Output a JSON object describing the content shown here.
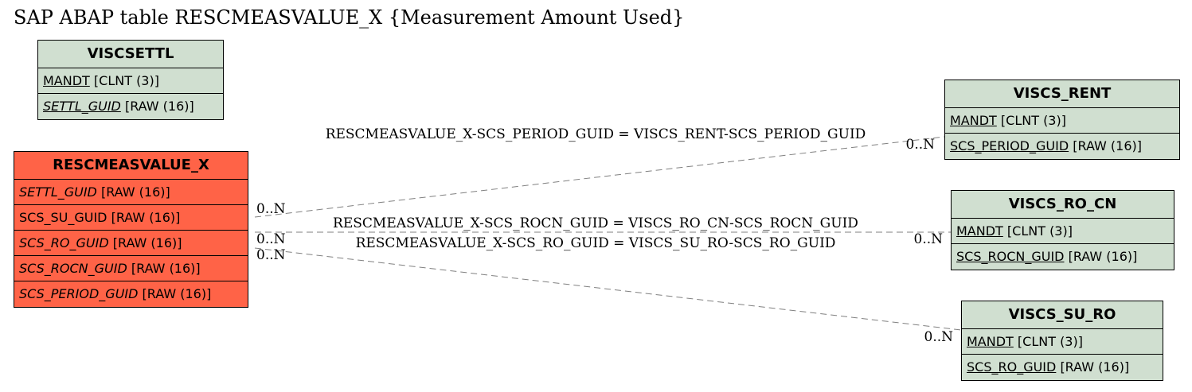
{
  "title": "SAP ABAP table RESCMEASVALUE_X {Measurement Amount Used}",
  "entities": {
    "viscsettl": {
      "name": "VISCSETTL",
      "fields": [
        {
          "name": "MANDT",
          "type": "[CLNT (3)]"
        },
        {
          "name": "SETTL_GUID",
          "type": "[RAW (16)]"
        }
      ]
    },
    "main": {
      "name": "RESCMEASVALUE_X",
      "fields": [
        {
          "name": "SETTL_GUID",
          "type": "[RAW (16)]"
        },
        {
          "name": "SCS_SU_GUID",
          "type": "[RAW (16)]"
        },
        {
          "name": "SCS_RO_GUID",
          "type": "[RAW (16)]"
        },
        {
          "name": "SCS_ROCN_GUID",
          "type": "[RAW (16)]"
        },
        {
          "name": "SCS_PERIOD_GUID",
          "type": "[RAW (16)]"
        }
      ]
    },
    "viscs_rent": {
      "name": "VISCS_RENT",
      "fields": [
        {
          "name": "MANDT",
          "type": "[CLNT (3)]"
        },
        {
          "name": "SCS_PERIOD_GUID",
          "type": "[RAW (16)]"
        }
      ]
    },
    "viscs_ro_cn": {
      "name": "VISCS_RO_CN",
      "fields": [
        {
          "name": "MANDT",
          "type": "[CLNT (3)]"
        },
        {
          "name": "SCS_ROCN_GUID",
          "type": "[RAW (16)]"
        }
      ]
    },
    "viscs_su_ro": {
      "name": "VISCS_SU_RO",
      "fields": [
        {
          "name": "MANDT",
          "type": "[CLNT (3)]"
        },
        {
          "name": "SCS_RO_GUID",
          "type": "[RAW (16)]"
        }
      ]
    }
  },
  "relations": [
    {
      "label": "RESCMEASVALUE_X-SCS_PERIOD_GUID = VISCS_RENT-SCS_PERIOD_GUID",
      "from_card": "0..N",
      "to_card": "0..N"
    },
    {
      "label": "RESCMEASVALUE_X-SCS_ROCN_GUID = VISCS_RO_CN-SCS_ROCN_GUID",
      "from_card": "0..N",
      "to_card": "0..N"
    },
    {
      "label": "RESCMEASVALUE_X-SCS_RO_GUID = VISCS_SU_RO-SCS_RO_GUID",
      "from_card": "0..N",
      "to_card": "0..N"
    }
  ],
  "colors": {
    "entity_fill": "#d0dfd0",
    "main_entity_fill": "#ff6347",
    "relation_line": "#808080"
  }
}
